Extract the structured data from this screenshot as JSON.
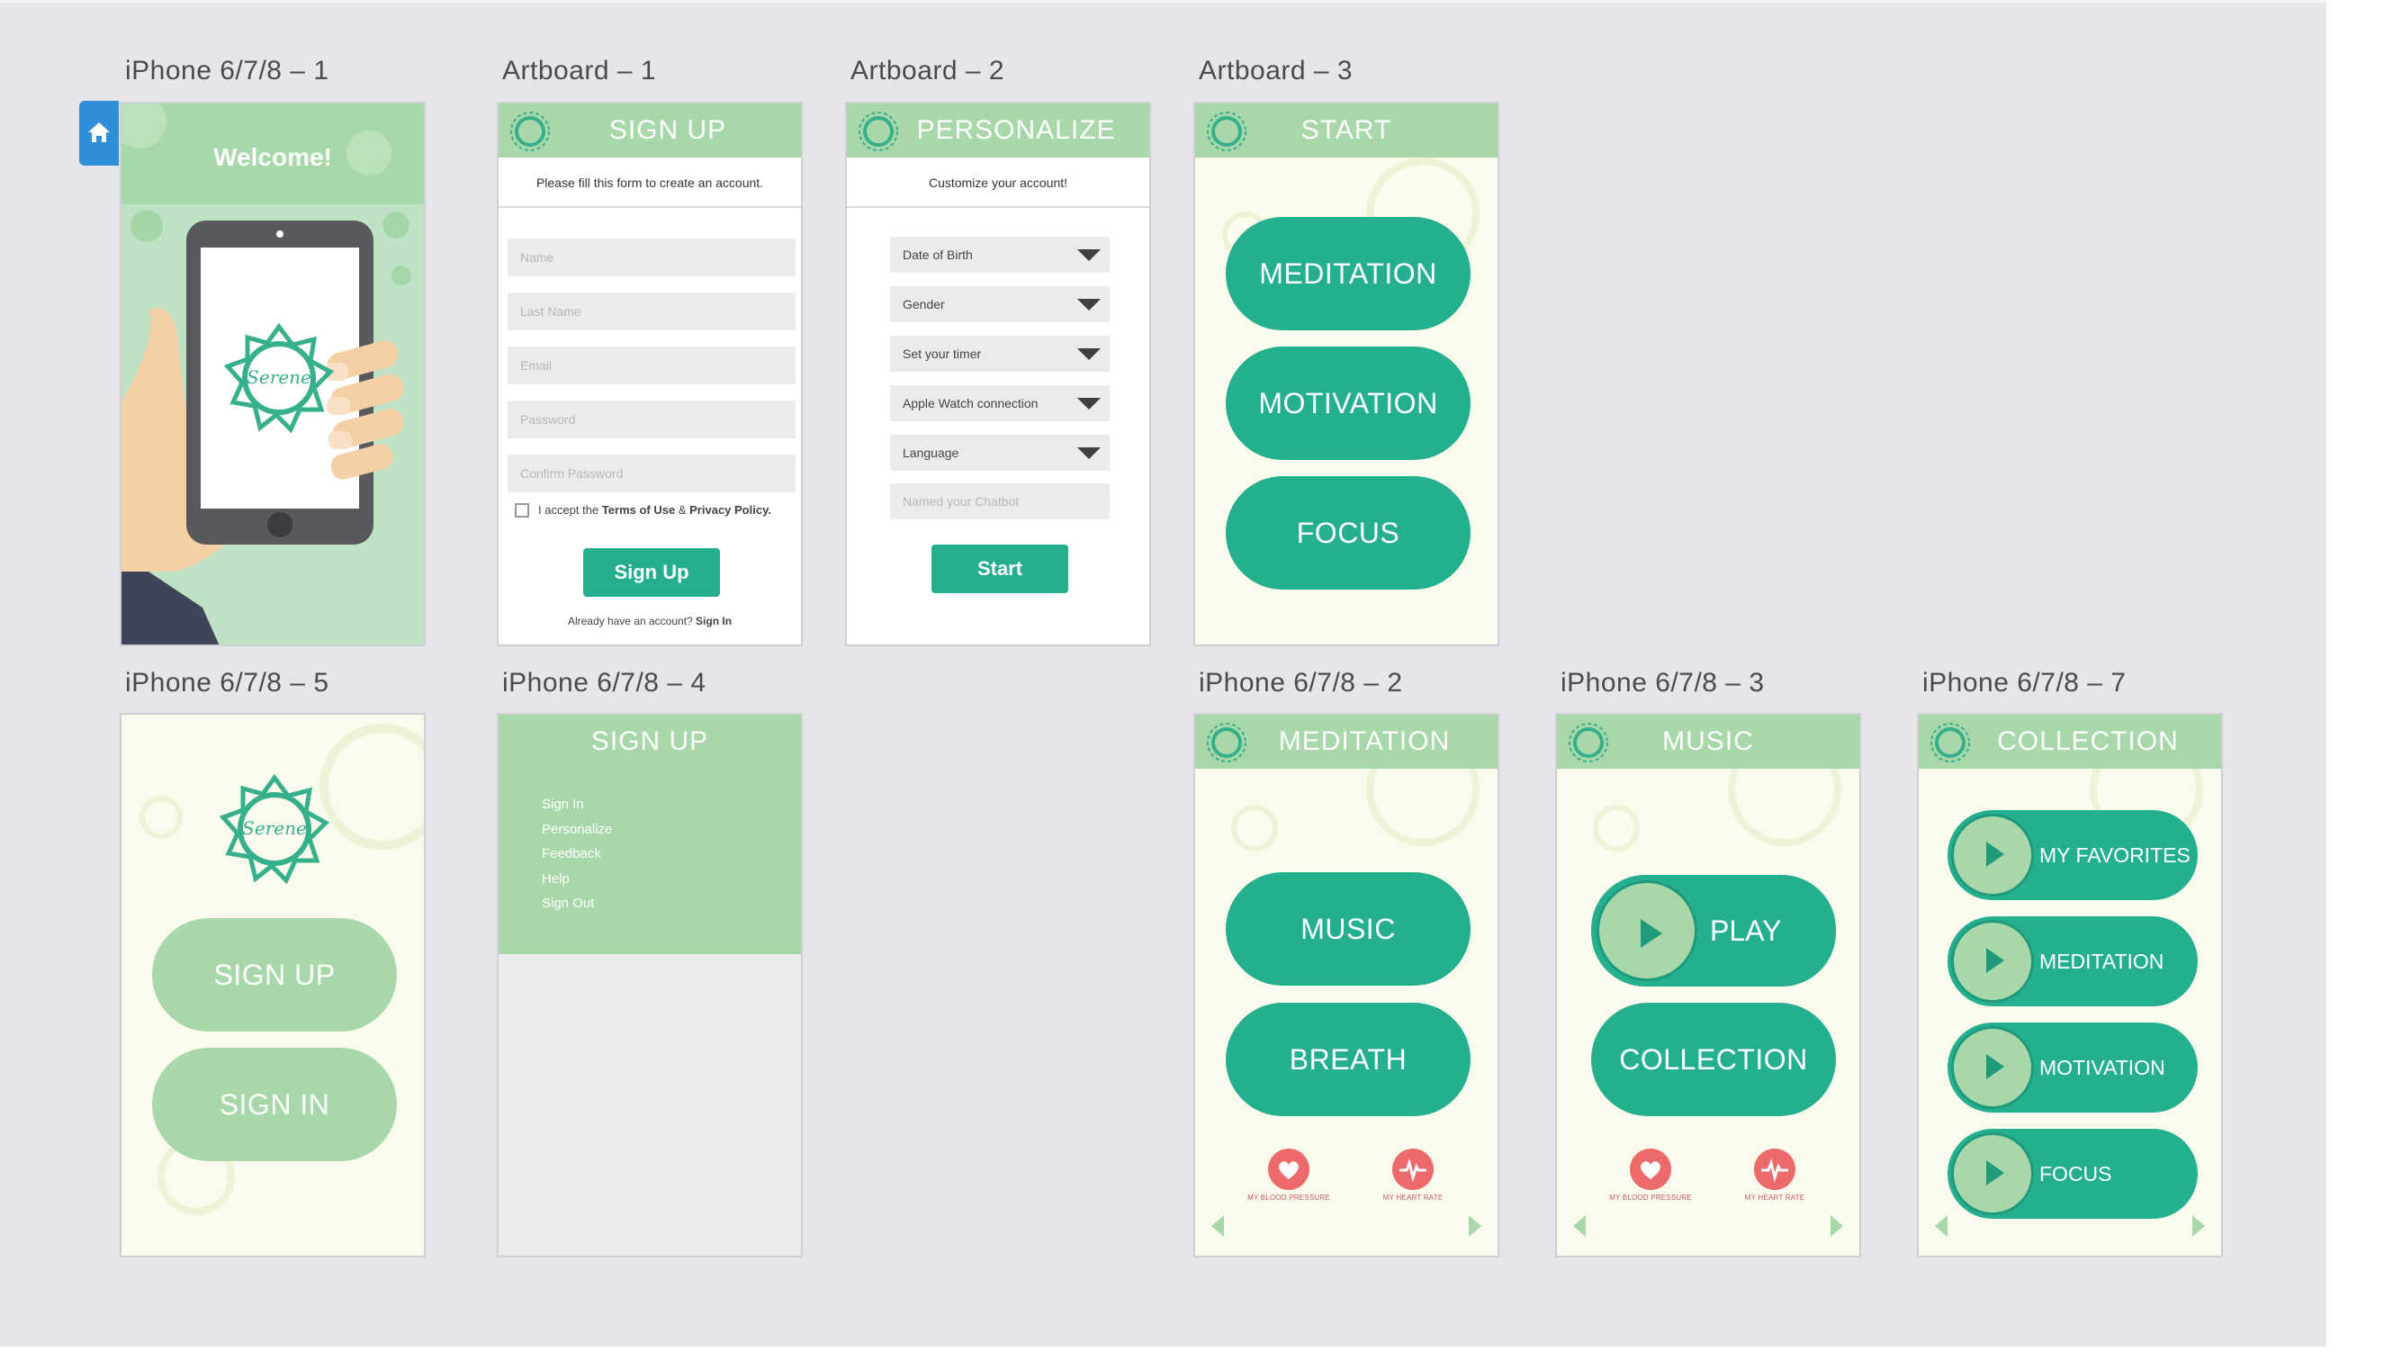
{
  "artboards": {
    "a1": {
      "label": "iPhone 6/7/8 – 1"
    },
    "a2": {
      "label": "Artboard – 1"
    },
    "a3": {
      "label": "Artboard – 2"
    },
    "a4": {
      "label": "Artboard – 3"
    },
    "a5": {
      "label": "iPhone 6/7/8 – 5"
    },
    "a6": {
      "label": "iPhone 6/7/8 – 4"
    },
    "a7": {
      "label": "iPhone 6/7/8 – 2"
    },
    "a8": {
      "label": "iPhone 6/7/8 – 3"
    },
    "a9": {
      "label": "iPhone 6/7/8 – 7"
    }
  },
  "welcome": {
    "title": "Welcome!",
    "logo": "Serene",
    "home_icon": "home-icon"
  },
  "signup": {
    "title": "SIGN UP",
    "subtitle": "Please fill this form to create an account.",
    "placeholders": [
      "Name",
      "Last Name",
      "Email",
      "Password",
      "Confirm Password"
    ],
    "terms_prefix": "I accept the ",
    "terms_link": "Terms of Use",
    "terms_mid": " & ",
    "privacy_link": "Privacy Policy.",
    "button": "Sign Up",
    "footer_text": "Already have an account? ",
    "footer_link": "Sign In"
  },
  "personalize": {
    "title": "PERSONALIZE",
    "subtitle": "Customize your account!",
    "selects": [
      "Date of Birth",
      "Gender",
      "Set your timer",
      "Apple Watch connection",
      "Language"
    ],
    "chatbot_placeholder": "Named your Chatbot",
    "button": "Start"
  },
  "start": {
    "title": "START",
    "buttons": [
      "MEDITATION",
      "MOTIVATION",
      "FOCUS"
    ]
  },
  "landing": {
    "logo": "Serene",
    "buttons": [
      "SIGN UP",
      "SIGN IN"
    ]
  },
  "menu": {
    "title": "SIGN UP",
    "items": [
      "Sign In",
      "Personalize",
      "Feedback",
      "Help",
      "Sign Out"
    ]
  },
  "meditation": {
    "title": "MEDITATION",
    "buttons": [
      "MUSIC",
      "BREATH"
    ]
  },
  "music": {
    "title": "MUSIC",
    "play": "PLAY",
    "collection": "COLLECTION"
  },
  "collection": {
    "title": "COLLECTION",
    "items": [
      "MY FAVORITES",
      "MEDITATION",
      "MOTIVATION",
      "FOCUS"
    ]
  },
  "health": {
    "blood_pressure": "MY BLOOD PRESSURE",
    "heart_rate": "MY HEART RATE"
  },
  "colors": {
    "header": "#a8d8a9",
    "teal": "#24b08f",
    "cream": "#fafbed",
    "heart": "#ec6a6a"
  }
}
